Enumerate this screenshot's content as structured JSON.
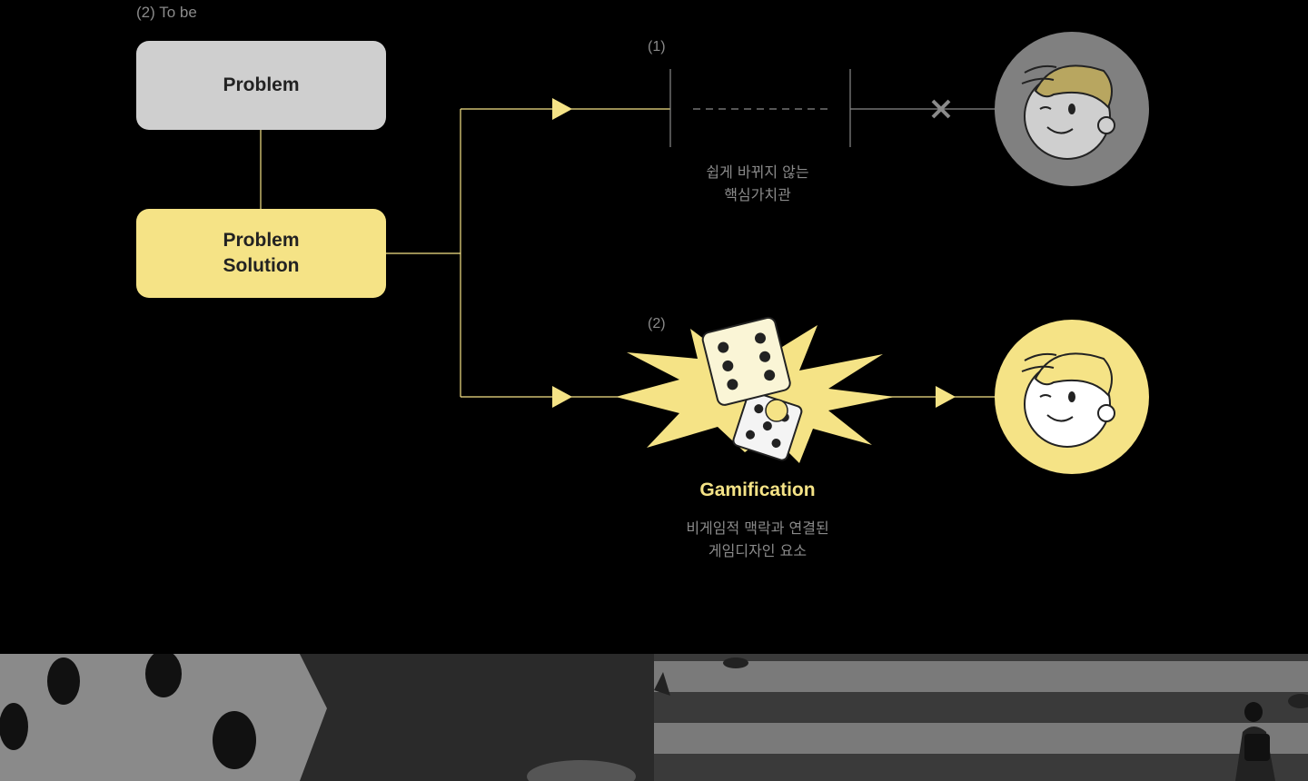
{
  "section_label": "(2) To be",
  "boxes": {
    "problem": "Problem",
    "solution": "Problem\nSolution"
  },
  "paths": [
    {
      "number": "(1)",
      "caption_line1": "쉽게 바뀌지 않는",
      "caption_line2": "핵심가치관",
      "result_icon": "face-grey-icon",
      "blocked_icon": "cross-icon"
    },
    {
      "number": "(2)",
      "title": "Gamification",
      "caption_line1": "비게임적 맥락과 연결된",
      "caption_line2": "게임디자인 요소",
      "center_icon": "dice-burst-icon",
      "result_icon": "face-yellow-icon"
    }
  ],
  "colors": {
    "background": "#000000",
    "accent_yellow": "#f5e386",
    "problem_grey": "#cfcfcf",
    "muted_text": "#8a8a8a",
    "grey_circle": "#808080"
  },
  "photos": [
    {
      "icon": "dice-photo"
    },
    {
      "icon": "crosswalk-photo"
    }
  ]
}
